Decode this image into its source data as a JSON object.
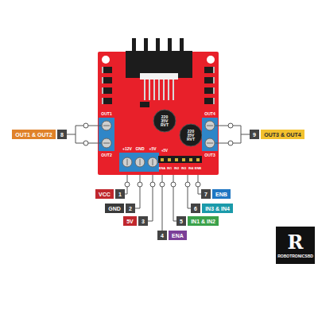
{
  "diagram": {
    "nodes": [
      {
        "text": [
          "OUT1 & OUT2"
        ]
      },
      {
        "text": [
          "8"
        ]
      },
      {
        "text": [
          "9"
        ]
      },
      {
        "text": [
          "OUT3 & OUT4"
        ]
      },
      {
        "text": [
          "VCC"
        ]
      },
      {
        "text": [
          "1"
        ]
      },
      {
        "text": [
          "7"
        ]
      },
      {
        "text": [
          "ENB"
        ]
      },
      {
        "text": [
          "GND"
        ]
      },
      {
        "text": [
          "2"
        ]
      },
      {
        "text": [
          "6"
        ]
      },
      {
        "text": [
          "IN3 & IN4"
        ]
      },
      {
        "text": [
          "5V"
        ]
      },
      {
        "text": [
          "3"
        ]
      },
      {
        "text": [
          "5"
        ]
      },
      {
        "text": [
          "IN1 & IN2"
        ]
      },
      {
        "text": [
          "4"
        ]
      },
      {
        "text": [
          "ENA"
        ]
      },
      {
        "text": [
          "R",
          "ROBOTRONICSBD"
        ]
      }
    ],
    "labels": [
      "OUT1",
      "OUT2",
      "OUT4",
      "OUT3",
      "220 35V RVT",
      "220 35V RVT",
      "+12V",
      "GND",
      "+5V",
      "+5V",
      "ENA",
      "IN1",
      "IN2",
      "IN3",
      "IN4",
      "ENB"
    ]
  }
}
